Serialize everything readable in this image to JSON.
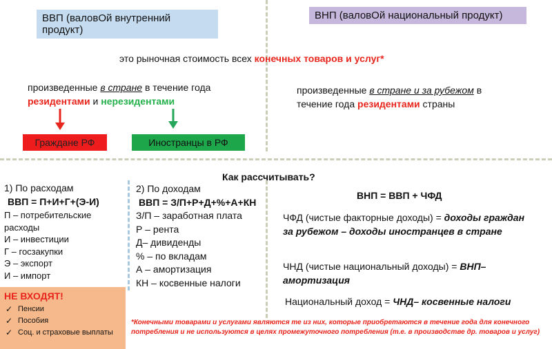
{
  "header": {
    "gdp": "ВВП (валовОй внутренний продукт)",
    "gnp": "ВНП (валовОй национальный продукт)",
    "colors": {
      "gdp_bg": "#c5dbef",
      "gnp_bg": "#c6b8dc"
    }
  },
  "definition": {
    "prefix": "это рыночная стоимость всех",
    "highlight": "конечных товаров и услуг*"
  },
  "gdp_desc": {
    "p1": "произведенные",
    "p2": "в стране",
    "p3": "в течение года",
    "residents": "резидентами",
    "and": "и",
    "nonresidents": "нерезидентами"
  },
  "gnp_desc": {
    "p1": "произведенные",
    "p2": "в стране и за рубежом",
    "p3": "в",
    "p4": "течение года",
    "residents": "резидентами",
    "p5": "страны"
  },
  "boxes": {
    "citizens": "Граждане РФ",
    "foreigners": "Иностранцы в  РФ",
    "colors": {
      "citizens": "#ee1c1c",
      "foreigners": "#1ea64b"
    }
  },
  "how_title": "Как рассчитывать?",
  "expenses": {
    "title": "1)   По расходам",
    "formula": "ВВП = П+И+Г+(Э-И)",
    "items": [
      "П – потребительские",
      "расходы",
      "И – инвестиции",
      "Г – госзакупки",
      "Э – экспорт",
      "И – импорт"
    ]
  },
  "incomes": {
    "title": "2) По доходам",
    "formula": "ВВП = З/П+Р+Д+%+А+КН",
    "items": [
      "З/П – заработная плата",
      "Р – рента",
      "Д– дивиденды",
      "% – по вкладам",
      "А – амортизация",
      "КН – косвенные налоги"
    ]
  },
  "not_included": {
    "title": "НЕ ВХОДЯТ!",
    "items": [
      "Пенсии",
      "Пособия",
      "Соц. и страховые выплаты"
    ],
    "bg": "#f6b98b"
  },
  "gnp_calc": {
    "formula": "ВНП = ВВП + ЧФД",
    "chfd_label": "ЧФД (чистые факторные доходы) =",
    "chfd_value": "доходы граждан за рубежом – доходы иностранцев в стране",
    "chnd_label": "ЧНД (чистые национальный доходы) =",
    "chnd_value": "ВНП– амортизация",
    "ni_label": "Национальный доход =",
    "ni_value": "ЧНД– косвенные налоги"
  },
  "footnote": "*Конечными товарами и услугами являются те из них, которые приобретаются в течение года для конечного потребления и не  используются в целях промежуточного потребления  (т.е. в производстве др. товаров и услуг)"
}
